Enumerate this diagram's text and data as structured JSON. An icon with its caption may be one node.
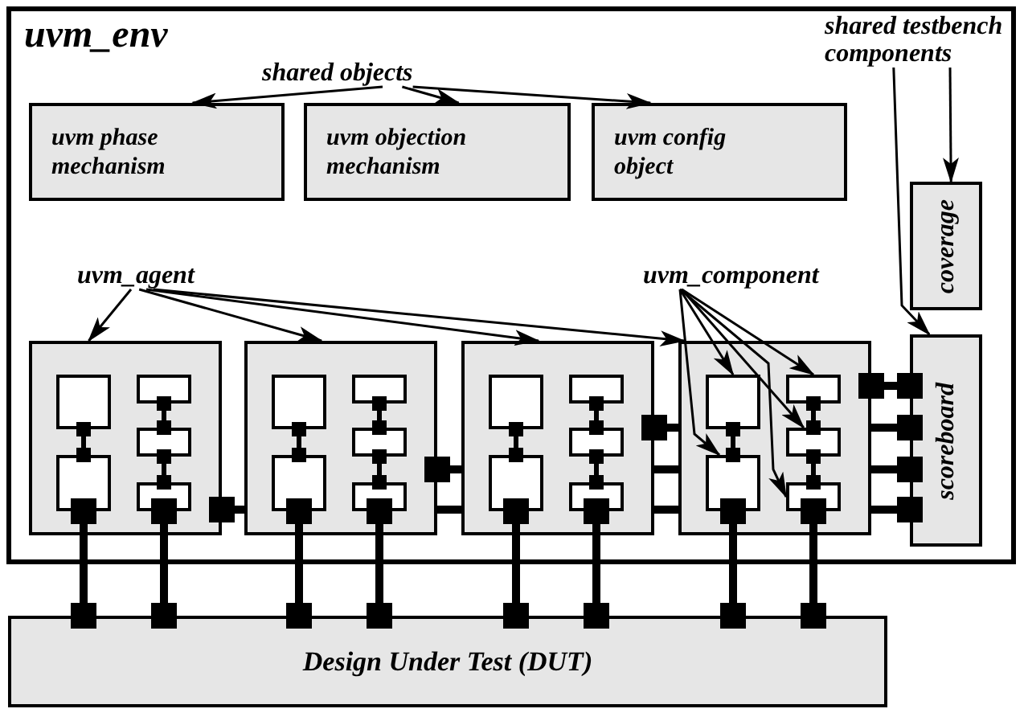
{
  "diagram": {
    "nodes": [
      {
        "text": [
          "uvm_env"
        ]
      },
      {
        "text": [
          "shared objects"
        ],
        "in": 0
      },
      {
        "text": [
          "uvm phase mechanism"
        ],
        "in": 0
      },
      {
        "text": [
          "uvm objection mechanism"
        ],
        "in": 0
      },
      {
        "text": [
          "uvm config object"
        ],
        "in": 0
      },
      {
        "text": [
          "shared testbench components"
        ],
        "in": 0
      },
      {
        "text": [
          "coverage"
        ],
        "in": 0
      },
      {
        "text": [
          "uvm_agent"
        ],
        "in": 0
      },
      {
        "text": [
          "uvm_component"
        ],
        "in": 0
      },
      {
        "text": [],
        "shape": "box",
        "in": 0
      },
      {
        "text": [],
        "shape": "box",
        "in": 9
      },
      {
        "text": [],
        "shape": "box",
        "in": 9
      },
      {
        "text": [],
        "shape": "box",
        "in": 9
      },
      {
        "text": [],
        "shape": "box",
        "in": 9
      },
      {
        "text": [],
        "shape": "box",
        "in": 9
      },
      {
        "text": [],
        "shape": "box",
        "in": 0
      },
      {
        "text": [],
        "shape": "box",
        "in": 15
      },
      {
        "text": [],
        "shape": "box",
        "in": 15
      },
      {
        "text": [],
        "shape": "box",
        "in": 15
      },
      {
        "text": [],
        "shape": "box",
        "in": 15
      },
      {
        "text": [],
        "shape": "box",
        "in": 15
      },
      {
        "text": [],
        "shape": "box",
        "in": 0
      },
      {
        "text": [],
        "shape": "box",
        "in": 21
      },
      {
        "text": [],
        "shape": "box",
        "in": 21
      },
      {
        "text": [],
        "shape": "box",
        "in": 21
      },
      {
        "text": [],
        "shape": "box",
        "in": 21
      },
      {
        "text": [],
        "shape": "box",
        "in": 21
      },
      {
        "text": [],
        "shape": "box",
        "in": 0
      },
      {
        "text": [],
        "shape": "box",
        "in": 27
      },
      {
        "text": [],
        "shape": "box",
        "in": 27
      },
      {
        "text": [],
        "shape": "box",
        "in": 27
      },
      {
        "text": [],
        "shape": "box",
        "in": 27
      },
      {
        "text": [],
        "shape": "box",
        "in": 27
      },
      {
        "text": [
          "scoreboard"
        ],
        "in": 0
      },
      {
        "text": [
          "Design Under Test (DUT)"
        ]
      }
    ],
    "edges": [
      {
        "from": 1,
        "to": 2,
        "arrow": "to"
      },
      {
        "from": 1,
        "to": 3,
        "arrow": "to"
      },
      {
        "from": 1,
        "to": 4,
        "arrow": "to"
      },
      {
        "from": 5,
        "to": 6,
        "arrow": "to"
      },
      {
        "from": 5,
        "to": 33,
        "arrow": "to"
      },
      {
        "from": 7,
        "to": 9,
        "arrow": "to"
      },
      {
        "from": 7,
        "to": 15,
        "arrow": "to"
      },
      {
        "from": 7,
        "to": 21,
        "arrow": "to"
      },
      {
        "from": 7,
        "to": 27,
        "arrow": "to"
      },
      {
        "from": 8,
        "to": 28,
        "arrow": "to"
      },
      {
        "from": 8,
        "to": 29,
        "arrow": "to"
      },
      {
        "from": 8,
        "to": 30,
        "arrow": "to"
      },
      {
        "from": 8,
        "to": 31,
        "arrow": "to"
      },
      {
        "from": 8,
        "to": 32,
        "arrow": "to"
      },
      {
        "from": 10,
        "to": 11,
        "arrow": "other"
      },
      {
        "from": 12,
        "to": 13,
        "arrow": "other"
      },
      {
        "from": 13,
        "to": 14,
        "arrow": "other"
      },
      {
        "from": 16,
        "to": 17,
        "arrow": "other"
      },
      {
        "from": 18,
        "to": 19,
        "arrow": "other"
      },
      {
        "from": 19,
        "to": 20,
        "arrow": "other"
      },
      {
        "from": 22,
        "to": 23,
        "arrow": "other"
      },
      {
        "from": 24,
        "to": 25,
        "arrow": "other"
      },
      {
        "from": 25,
        "to": 26,
        "arrow": "other"
      },
      {
        "from": 28,
        "to": 29,
        "arrow": "other"
      },
      {
        "from": 30,
        "to": 31,
        "arrow": "other"
      },
      {
        "from": 31,
        "to": 32,
        "arrow": "other"
      },
      {
        "from": 9,
        "to": 15,
        "arrow": "other"
      },
      {
        "from": 15,
        "to": 21,
        "arrow": "other"
      },
      {
        "from": 15,
        "to": 21,
        "arrow": "none"
      },
      {
        "from": 21,
        "to": 27,
        "arrow": "other"
      },
      {
        "from": 21,
        "to": 27,
        "arrow": "none"
      },
      {
        "from": 21,
        "to": 27,
        "arrow": "none"
      },
      {
        "from": 27,
        "to": 33,
        "arrow": "other"
      },
      {
        "from": 27,
        "to": 33,
        "arrow": "other"
      },
      {
        "from": 27,
        "to": 33,
        "arrow": "other"
      },
      {
        "from": 27,
        "to": 33,
        "arrow": "other"
      },
      {
        "from": 11,
        "to": 34,
        "arrow": "other"
      },
      {
        "from": 14,
        "to": 34,
        "arrow": "other"
      },
      {
        "from": 17,
        "to": 34,
        "arrow": "other"
      },
      {
        "from": 20,
        "to": 34,
        "arrow": "other"
      },
      {
        "from": 23,
        "to": 34,
        "arrow": "other"
      },
      {
        "from": 26,
        "to": 34,
        "arrow": "other"
      },
      {
        "from": 29,
        "to": 34,
        "arrow": "other"
      },
      {
        "from": 32,
        "to": 34,
        "arrow": "other"
      }
    ]
  }
}
